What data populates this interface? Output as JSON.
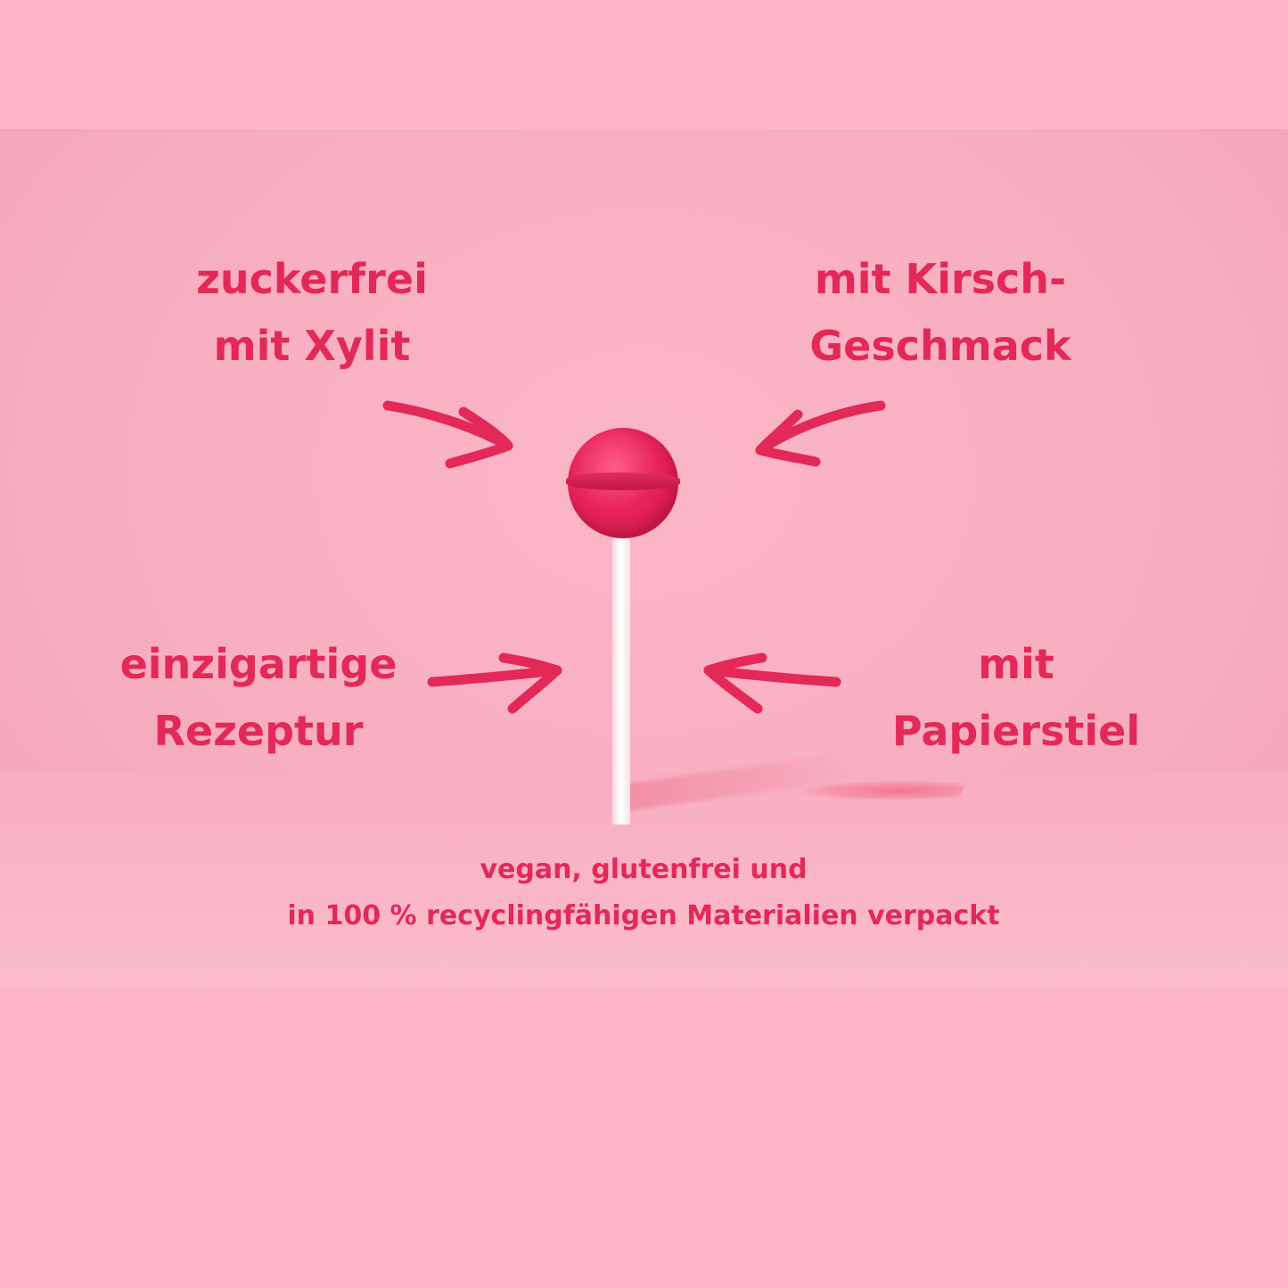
{
  "labels": {
    "top_left": [
      "zuckerfrei",
      "mit Xylit"
    ],
    "top_right": [
      "mit Kirsch-",
      "Geschmack"
    ],
    "bottom_left": [
      "einzigartige",
      "Rezeptur"
    ],
    "bottom_right": [
      "mit",
      "Papierstiel"
    ]
  },
  "footer": {
    "line1": "vegan, glutenfrei und",
    "line2": "in 100 % recyclingfähigen Materialien verpackt"
  },
  "colors": {
    "background": "#fdb5c9",
    "text": "#e32957",
    "candy": "#e8245a"
  },
  "icons": [
    "arrow-icon"
  ]
}
